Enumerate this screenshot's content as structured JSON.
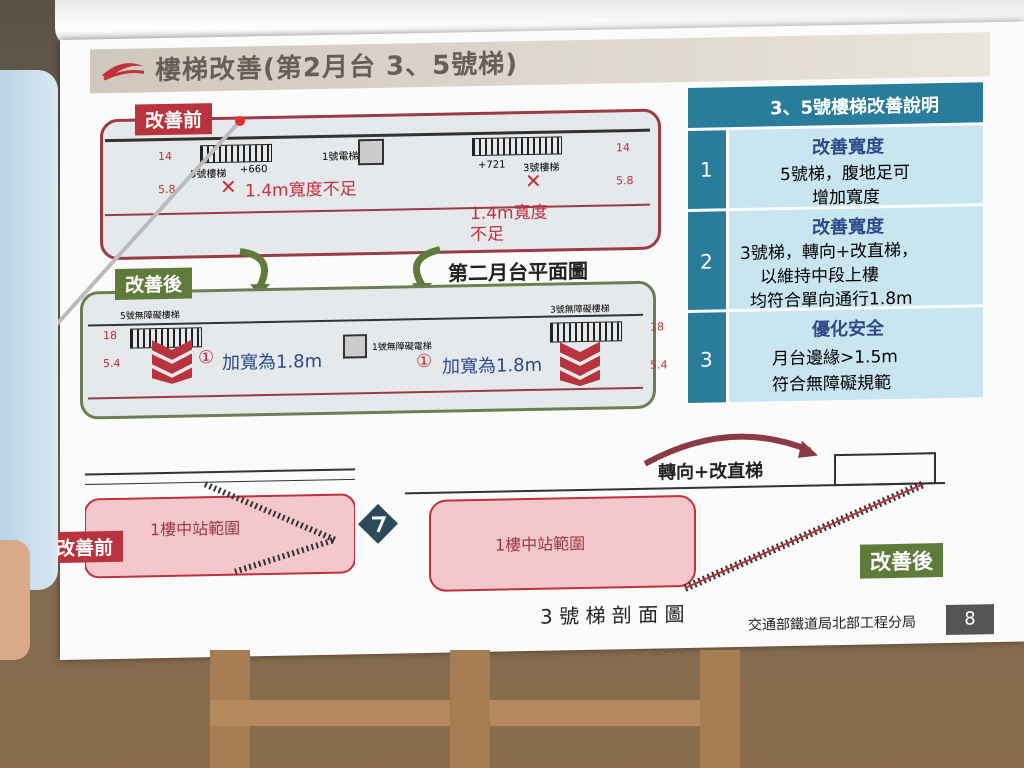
{
  "slide": {
    "title": "樓梯改善(第2月台 3、5號梯)",
    "page_number": "8",
    "footer_org": "交通部鐵道局北部工程分局"
  },
  "plan": {
    "before_tag": "改善前",
    "after_tag": "改善後",
    "floor_plan_title": "第二月台平面圖",
    "stair5_label": "5號樓梯",
    "stair3_label": "3號樓梯",
    "elevator_label": "1號電梯",
    "stair5_accessible": "5號無障礙樓梯",
    "stair3_accessible": "3號無障礙樓梯",
    "elevator_accessible": "1號無障礙電梯",
    "issue1": "1.4m寬度不足",
    "issue2_line1": "1.4m寬度",
    "issue2_line2": "不足",
    "widen1": "加寬為1.8m",
    "widen2": "加寬為1.8m",
    "circle_num": "①",
    "elev_660": "+660",
    "elev_721": "+721",
    "dim_14": "14",
    "dim_58": "5.8",
    "dim_18": "18",
    "dim_54": "5.4"
  },
  "table": {
    "header": "3、5號樓梯改善說明",
    "rows": [
      {
        "num": "1",
        "heading": "改善寬度",
        "lines": [
          "5號梯，腹地足可",
          "增加寬度"
        ]
      },
      {
        "num": "2",
        "heading": "改善寬度",
        "lines": [
          "3號梯，轉向+改直梯，",
          "以維持中段上樓",
          "均符合單向通行1.8m"
        ]
      },
      {
        "num": "3",
        "heading": "優化安全",
        "lines": [
          "月台邊緣>1.5m",
          "符合無障礙規範"
        ]
      }
    ]
  },
  "section": {
    "before_tag": "改善前",
    "after_tag": "改善後",
    "zone_left": "1樓中站範圍",
    "zone_right": "1樓中站範圍",
    "turn_label": "轉向+改直梯",
    "section_title": "3 號 梯 剖 面 圖"
  },
  "colors": {
    "accent_red": "#c0313a",
    "table_teal": "#2a7d9a",
    "table_cell": "#c9e5f0",
    "after_green": "#5f7a3a"
  }
}
